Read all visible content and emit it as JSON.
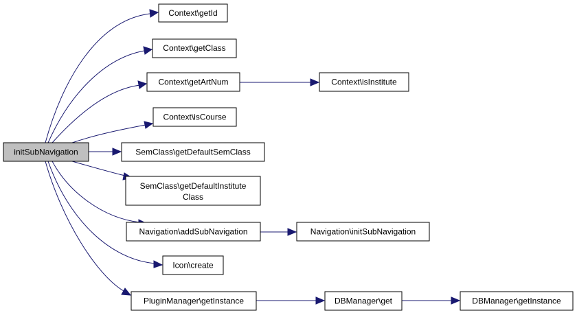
{
  "colors": {
    "edge": "#191970",
    "node_border": "#000000",
    "root_fill": "#bfbfbf",
    "node_fill": "#ffffff"
  },
  "nodes": {
    "root": "initSubNavigation",
    "context_getid": "Context\\getId",
    "context_getclass": "Context\\getClass",
    "context_getartnum": "Context\\getArtNum",
    "context_isinstitute": "Context\\isInstitute",
    "context_iscourse": "Context\\isCourse",
    "semclass_getdefaultsemclass": "SemClass\\getDefaultSemClass",
    "semclass_getdefaultinstituteclass": [
      "SemClass\\getDefaultInstitute",
      "Class"
    ],
    "navigation_addsubnavigation": "Navigation\\addSubNavigation",
    "navigation_initsubnavigation": "Navigation\\initSubNavigation",
    "icon_create": "Icon\\create",
    "pluginmanager_getinstance": "PluginManager\\getInstance",
    "dbmanager_get": "DBManager\\get",
    "dbmanager_getinstance": "DBManager\\getInstance"
  }
}
